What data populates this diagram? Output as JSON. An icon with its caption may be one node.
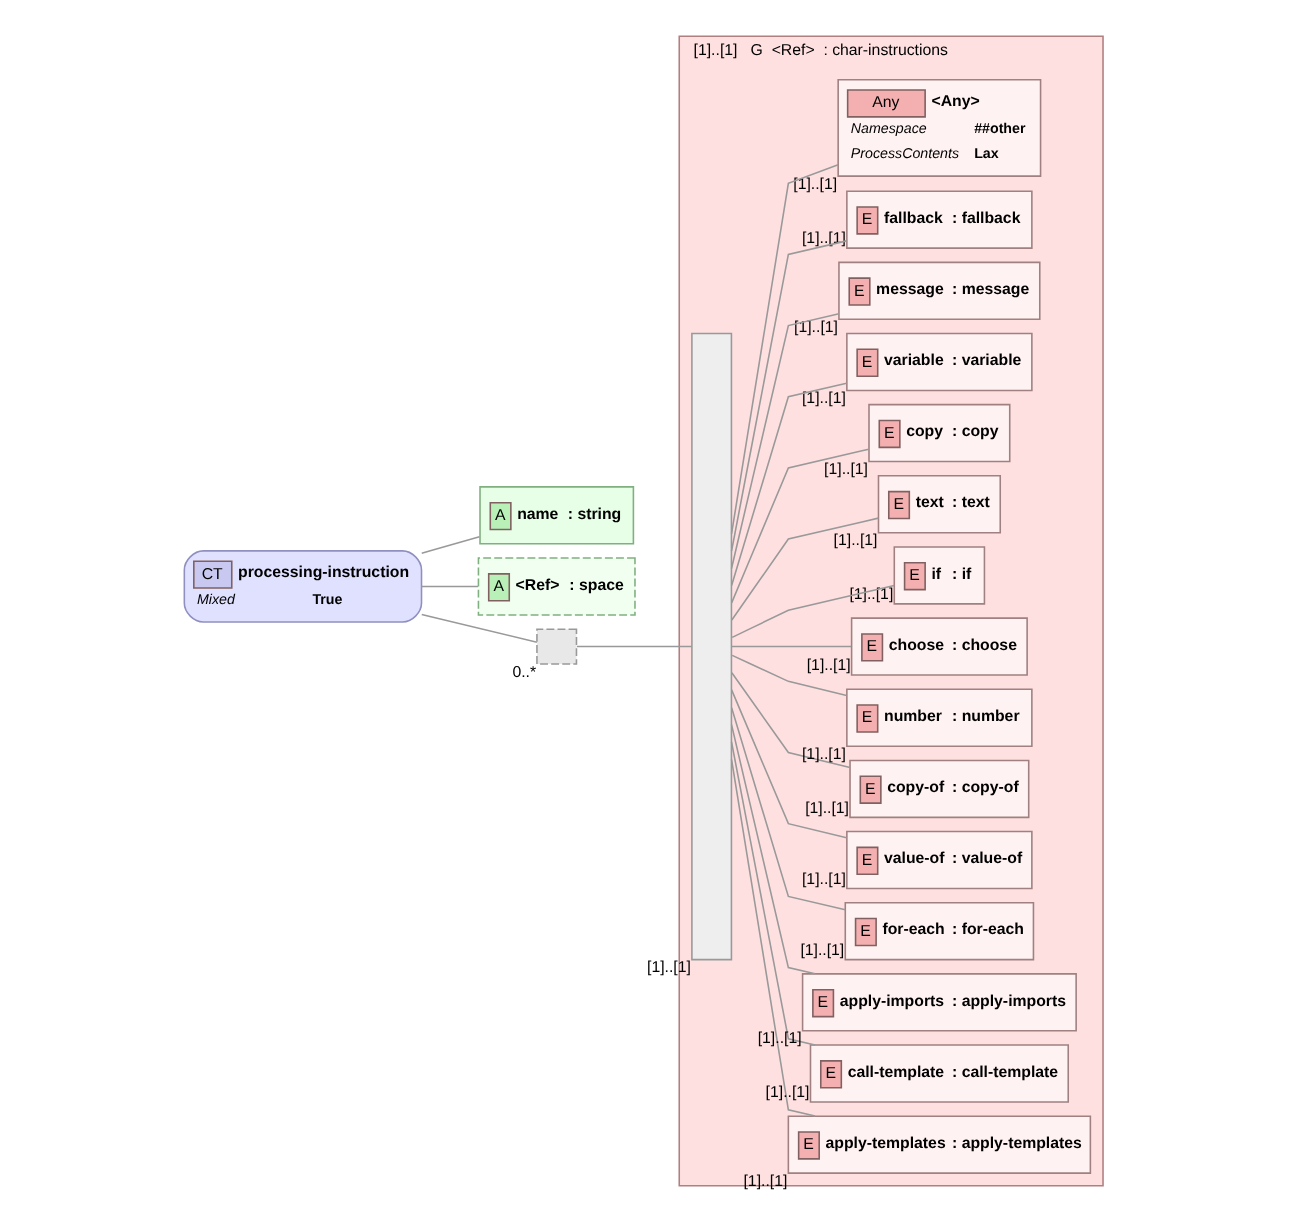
{
  "diagram": {
    "nodes": [
      {
        "text": [
          "CT",
          "processing-instruction",
          "Mixed",
          "True"
        ]
      },
      {
        "text": [
          "A",
          "name",
          ": string"
        ]
      },
      {
        "text": [
          "A",
          "<Ref>",
          ": space"
        ]
      },
      {
        "text": [],
        "shape": "box",
        "beside": [
          "0..*"
        ]
      },
      {
        "text": [
          "G",
          "<Ref>",
          ": char-instructions"
        ],
        "beside": [
          "[1]..[1]"
        ]
      },
      {
        "text": [],
        "shape": "box",
        "in": 4,
        "beside": [
          "[1]..[1]"
        ]
      },
      {
        "text": [
          "E",
          "apply-templates",
          ": apply-templates"
        ],
        "in": 4,
        "beside": [
          "[1]..[1]"
        ]
      },
      {
        "text": [
          "E",
          "call-template",
          ": call-template"
        ],
        "in": 4,
        "beside": [
          "[1]..[1]"
        ]
      },
      {
        "text": [
          "E",
          "apply-imports",
          ": apply-imports"
        ],
        "in": 4,
        "beside": [
          "[1]..[1]"
        ]
      },
      {
        "text": [
          "E",
          "for-each",
          ": for-each"
        ],
        "in": 4,
        "beside": [
          "[1]..[1]"
        ]
      },
      {
        "text": [
          "E",
          "value-of",
          ": value-of"
        ],
        "in": 4,
        "beside": [
          "[1]..[1]"
        ]
      },
      {
        "text": [
          "E",
          "copy-of",
          ": copy-of"
        ],
        "in": 4,
        "beside": [
          "[1]..[1]"
        ]
      },
      {
        "text": [
          "E",
          "number",
          ": number"
        ],
        "in": 4,
        "beside": [
          "[1]..[1]"
        ]
      },
      {
        "text": [
          "E",
          "choose",
          ": choose"
        ],
        "in": 4,
        "beside": [
          "[1]..[1]"
        ]
      },
      {
        "text": [
          "E",
          "if",
          ": if"
        ],
        "in": 4,
        "beside": [
          "[1]..[1]"
        ]
      },
      {
        "text": [
          "E",
          "text",
          ": text"
        ],
        "in": 4,
        "beside": [
          "[1]..[1]"
        ]
      },
      {
        "text": [
          "E",
          "copy",
          ": copy"
        ],
        "in": 4,
        "beside": [
          "[1]..[1]"
        ]
      },
      {
        "text": [
          "E",
          "variable",
          ": variable"
        ],
        "in": 4,
        "beside": [
          "[1]..[1]"
        ]
      },
      {
        "text": [
          "E",
          "message",
          ": message"
        ],
        "in": 4,
        "beside": [
          "[1]..[1]"
        ]
      },
      {
        "text": [
          "E",
          "fallback",
          ": fallback"
        ],
        "in": 4,
        "beside": [
          "[1]..[1]"
        ]
      },
      {
        "text": [
          "Any",
          "<Any>",
          "Namespace",
          "##other",
          "ProcessContents",
          "Lax"
        ],
        "in": 4,
        "beside": [
          "[1]..[1]"
        ]
      }
    ],
    "edges": [
      {
        "from": 0,
        "to": 1,
        "arrow": "none"
      },
      {
        "from": 0,
        "to": 2,
        "arrow": "none"
      },
      {
        "from": 0,
        "to": 3,
        "arrow": "none"
      },
      {
        "from": 3,
        "to": 5,
        "arrow": "none"
      },
      {
        "from": 5,
        "to": 6,
        "arrow": "none"
      },
      {
        "from": 5,
        "to": 7,
        "arrow": "none"
      },
      {
        "from": 5,
        "to": 8,
        "arrow": "none"
      },
      {
        "from": 5,
        "to": 9,
        "arrow": "none"
      },
      {
        "from": 5,
        "to": 10,
        "arrow": "none"
      },
      {
        "from": 5,
        "to": 11,
        "arrow": "none"
      },
      {
        "from": 5,
        "to": 12,
        "arrow": "none"
      },
      {
        "from": 5,
        "to": 13,
        "arrow": "none"
      },
      {
        "from": 5,
        "to": 14,
        "arrow": "none"
      },
      {
        "from": 5,
        "to": 15,
        "arrow": "none"
      },
      {
        "from": 5,
        "to": 16,
        "arrow": "none"
      },
      {
        "from": 5,
        "to": 17,
        "arrow": "none"
      },
      {
        "from": 5,
        "to": 18,
        "arrow": "none"
      },
      {
        "from": 5,
        "to": 19,
        "arrow": "none"
      },
      {
        "from": 5,
        "to": 20,
        "arrow": "none"
      }
    ]
  }
}
